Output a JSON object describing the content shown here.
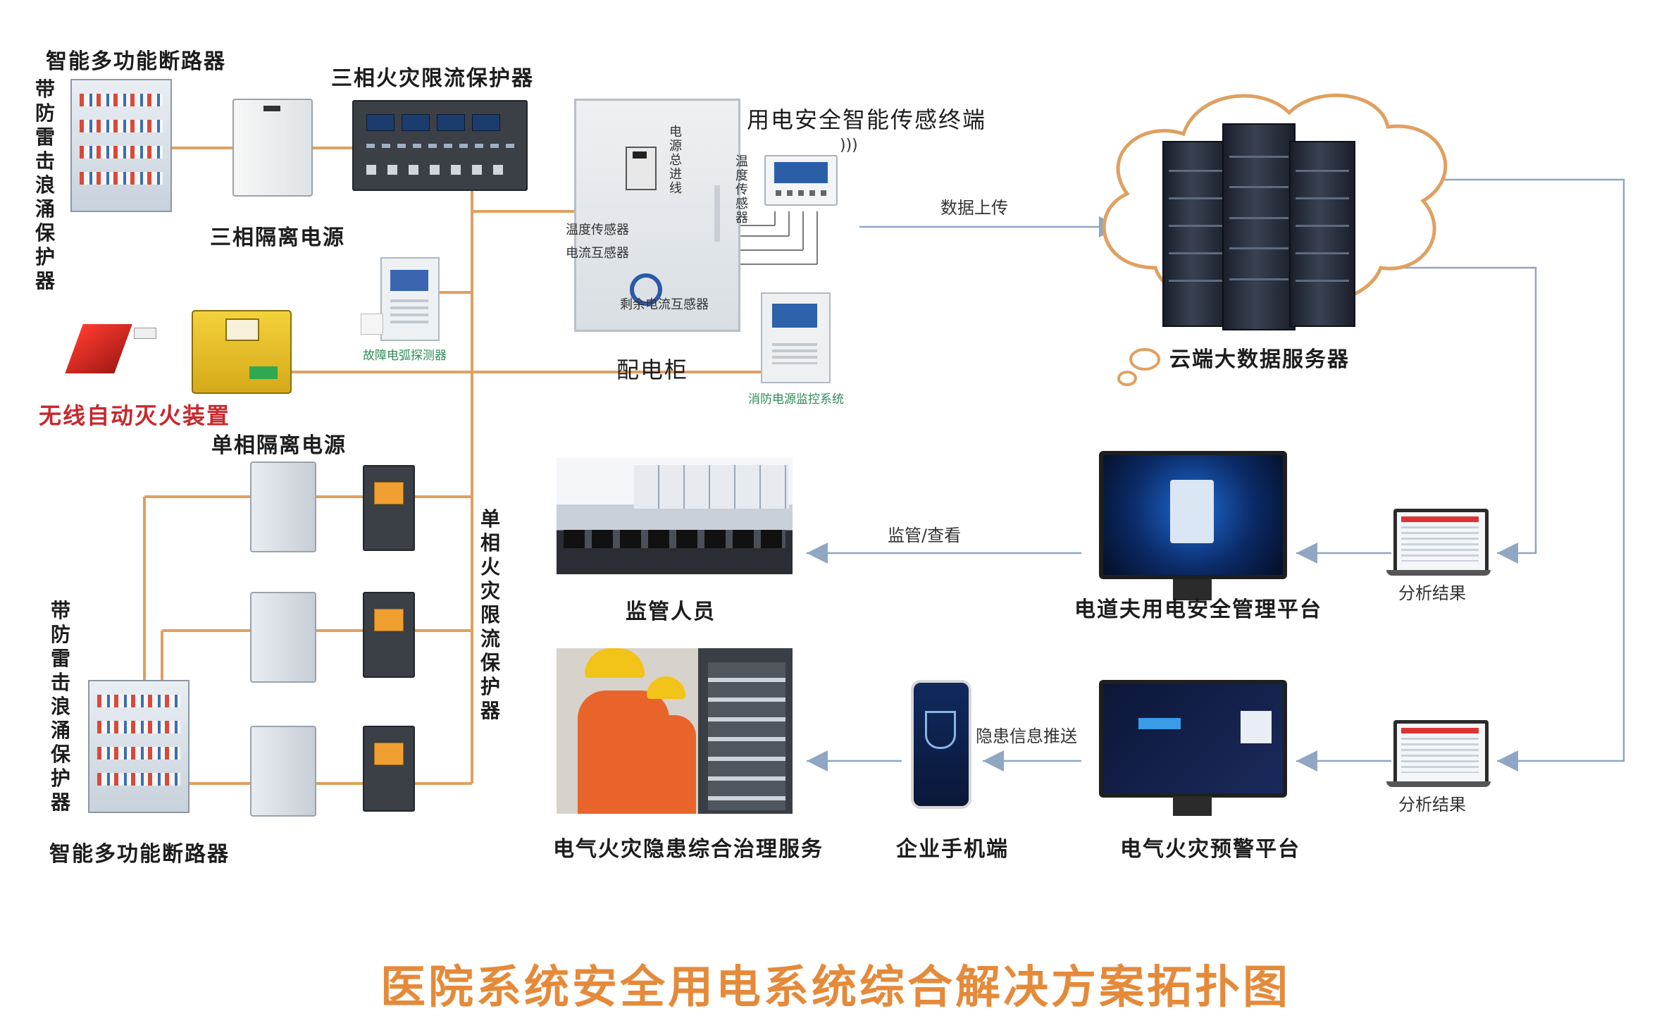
{
  "title": "医院系统安全用电系统综合解决方案拓扑图",
  "labels": {
    "breaker_top": "智能多功能断路器",
    "surge_top": "带防雷击浪涌保护器",
    "three_phase_protector": "三相火灾限流保护器",
    "three_phase_isolation": "三相隔离电源",
    "distribution_cabinet": "配电柜",
    "main_incoming": "电源总进线",
    "temp_sensor": "温度传感器",
    "current_transformer": "电流互感器",
    "residual_current": "剩余电流互感器",
    "temp_sensor_v": "温度传感器",
    "sensing_terminal": "用电安全智能传感终端",
    "arc_detector": "故障电弧探测器",
    "fire_power_monitor": "消防电源监控系统",
    "wireless_extinguisher": "无线自动灭火装置",
    "single_phase_isolation": "单相隔离电源",
    "single_phase_protector": "单相火灾限流保护器",
    "surge_bottom": "带防雷击浪涌保护器",
    "breaker_bottom": "智能多功能断路器",
    "data_upload": "数据上传",
    "cloud_server": "云端大数据服务器",
    "supervise_view": "监管/查看",
    "supervisors": "监管人员",
    "management_platform": "电道夫用电安全管理平台",
    "analysis_result_1": "分析结果",
    "analysis_result_2": "分析结果",
    "hazard_push": "隐患信息推送",
    "governance_service": "电气火灾隐患综合治理服务",
    "enterprise_mobile": "企业手机端",
    "warning_platform": "电气火灾预警平台"
  },
  "colors": {
    "wire": "#e0a060",
    "arrow": "#8fa6c4",
    "title_red": "#e04848",
    "title_orange": "#e58a3a",
    "accent_red": "#c8282c"
  },
  "icons": [
    "wifi-icon",
    "server-icon",
    "monitor-icon",
    "laptop-icon",
    "phone-icon"
  ]
}
